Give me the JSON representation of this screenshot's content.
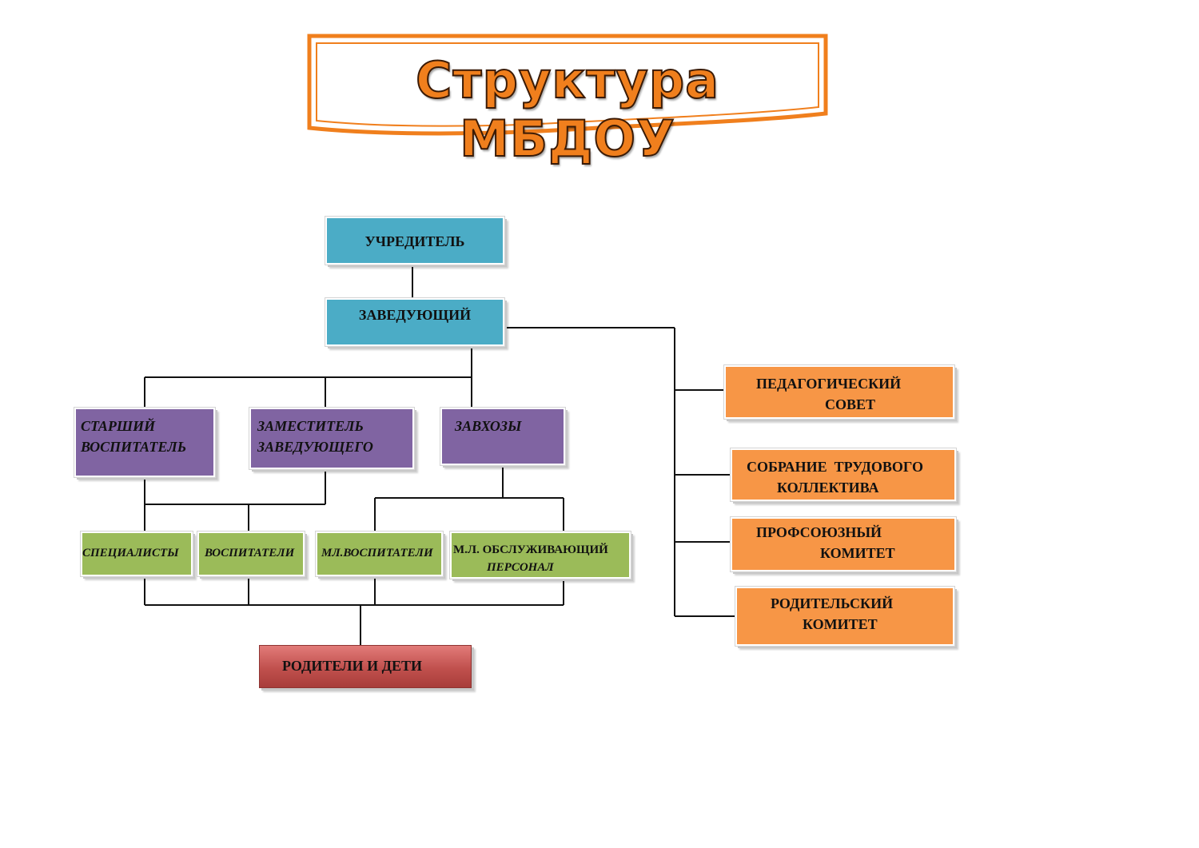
{
  "title": "Структура МБДОУ",
  "colors": {
    "teal": "#4bacc6",
    "purple": "#8064a2",
    "green": "#9bbb59",
    "orange": "#f79646",
    "red": "#c0504d",
    "banner_border": "#f07f1d"
  },
  "nodes": {
    "founder": "УЧРЕДИТЕЛЬ",
    "head": "ЗАВЕДУЮЩИЙ",
    "senior_educator": [
      "СТАРШИЙ",
      "ВОСПИТАТЕЛЬ"
    ],
    "deputy_head": [
      "ЗАМЕСТИТЕЛЬ",
      "ЗАВЕДУЮЩЕГО"
    ],
    "supply_managers": "ЗАВХОЗЫ",
    "specialists": "СПЕЦИАЛИСТЫ",
    "educators": "ВОСПИТАТЕЛИ",
    "junior_educators": "МЛ.ВОСПИТАТЕЛИ",
    "service_staff": [
      "М.Л. ОБСЛУЖИВАЮЩИЙ",
      "ПЕРСОНАЛ"
    ],
    "parents_children": "РОДИТЕЛИ И ДЕТИ",
    "pedagogical_council": [
      "ПЕДАГОГИЧЕСКИЙ",
      "СОВЕТ"
    ],
    "labor_collective": [
      "СОБРАНИЕ  ТРУДОВОГО",
      "КОЛЛЕКТИВА"
    ],
    "trade_union": [
      "ПРОФСОЮЗНЫЙ",
      "КОМИТЕТ"
    ],
    "parent_committee": [
      "РОДИТЕЛЬСКИЙ",
      "КОМИТЕТ"
    ]
  }
}
